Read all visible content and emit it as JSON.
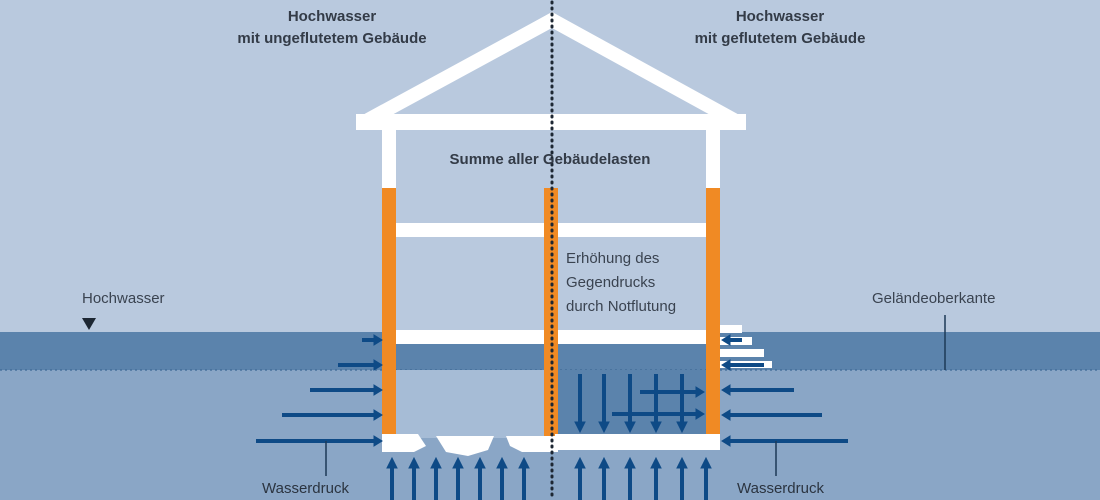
{
  "labels": {
    "title_left_line1": "Hochwasser",
    "title_left_line2": "mit ungeflutetem Gebäude",
    "title_right_line1": "Hochwasser",
    "title_right_line2": "mit geflutetem Gebäude",
    "building_loads": "Summe aller Gebäudelasten",
    "counterpressure_line1": "Erhöhung des",
    "counterpressure_line2": "Gegendrucks",
    "counterpressure_line3": "durch Notflutung",
    "flood_level": "Hochwasser",
    "ground_level": "Geländeoberkante",
    "water_pressure_left": "Wasserdruck",
    "water_pressure_right": "Wasserdruck"
  },
  "icons": {
    "flood_level_marker": "down-triangle-icon"
  },
  "colors": {
    "sky": "#b9c9de",
    "flood_water": "#5c84ad",
    "ground_water": "#8aa6c6",
    "pressure_arrow": "#0e4a86",
    "column": "#f08a24",
    "building": "#ffffff",
    "text": "#333b47"
  }
}
